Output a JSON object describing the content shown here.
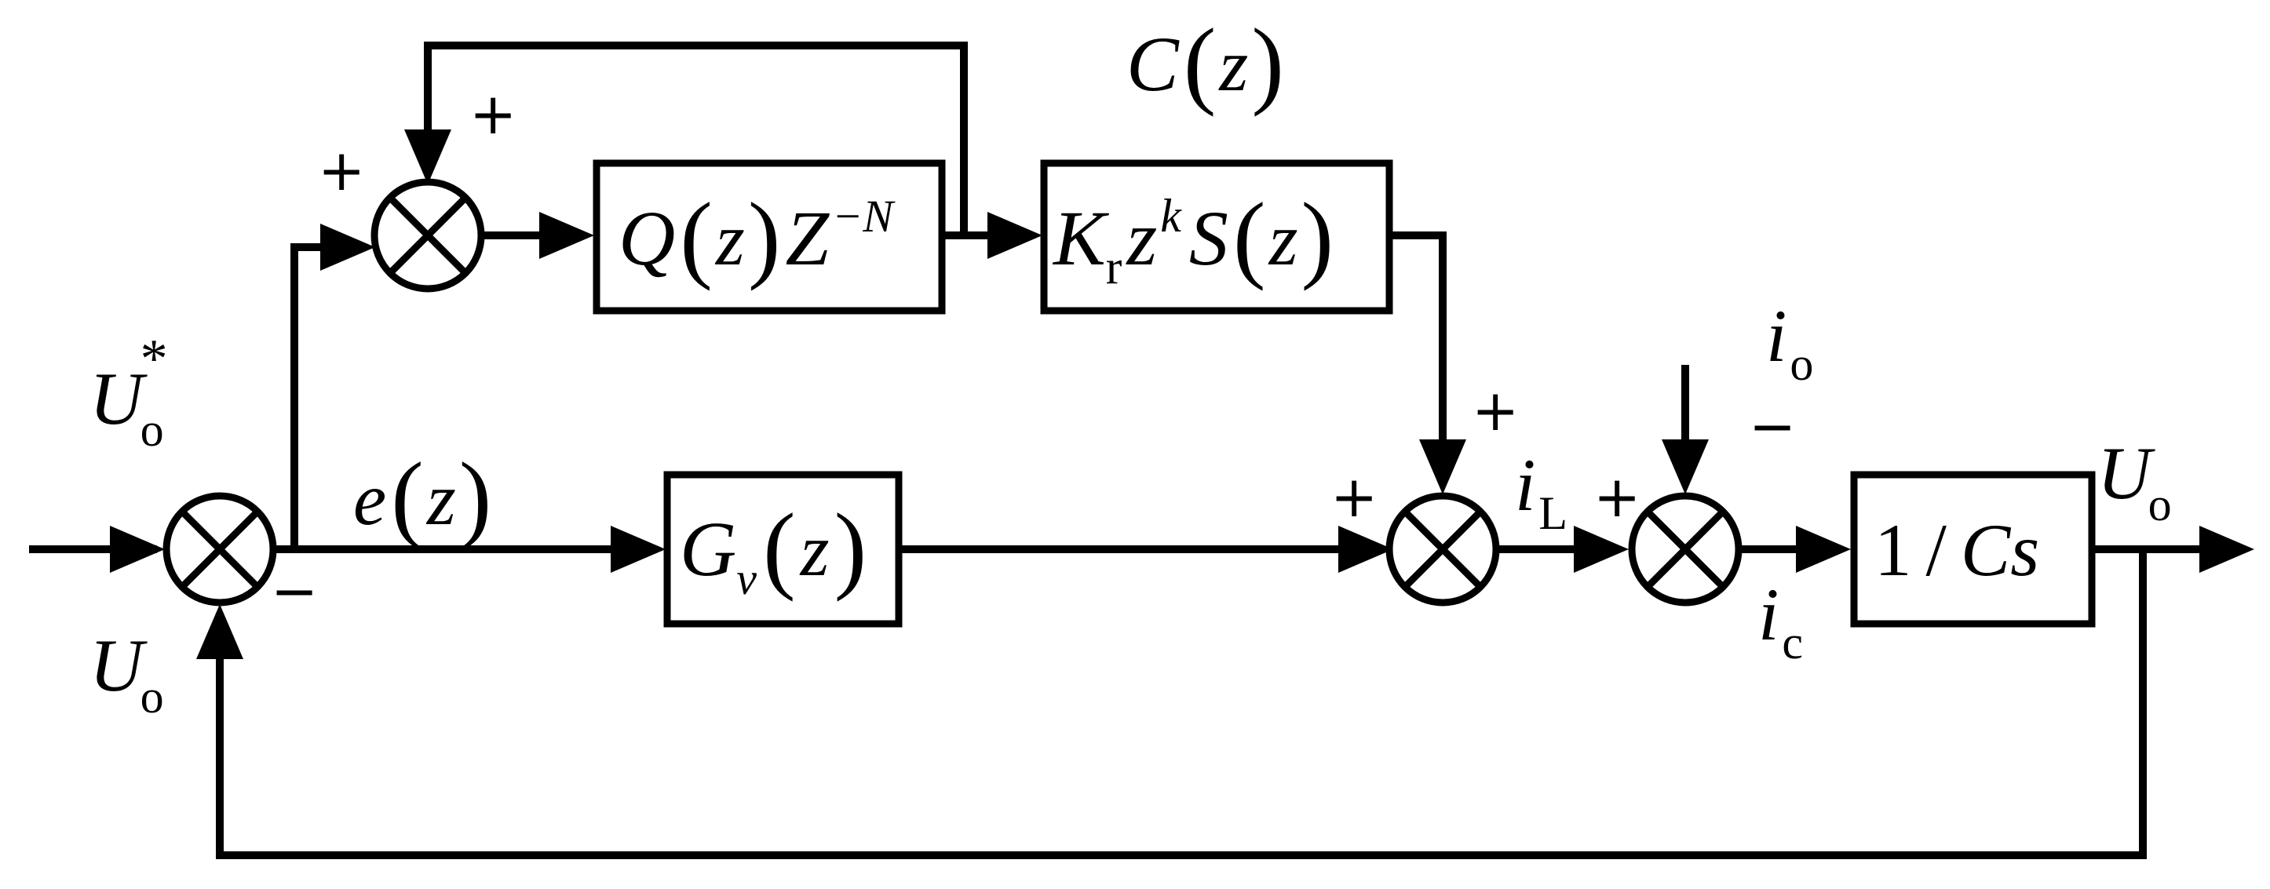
{
  "blocks": {
    "q_block": {
      "func": "Q",
      "paren_open": "(",
      "var": "z",
      "paren_close": ")",
      "delay_base": "Z",
      "delay_exp": "−N"
    },
    "kr_block": {
      "gain": "K",
      "gain_sub": "r",
      "base": "z",
      "exp": "k",
      "func": "S",
      "paren_open": "(",
      "var": "z",
      "paren_close": ")"
    },
    "gv_block": {
      "func": "G",
      "func_sub": "v",
      "paren_open": "(",
      "var": "z",
      "paren_close": ")"
    },
    "cs_block": {
      "num": "1",
      "slash": "/",
      "den": "Cs"
    }
  },
  "labels": {
    "c_z": {
      "func": "C",
      "paren_open": "(",
      "var": "z",
      "paren_close": ")"
    },
    "e_z": {
      "func": "e",
      "paren_open": "(",
      "var": "z",
      "paren_close": ")"
    },
    "u_ref": {
      "main": "U",
      "sub": "o",
      "sup": "*"
    },
    "u_fb": {
      "main": "U",
      "sub": "o"
    },
    "u_out": {
      "main": "U",
      "sub": "o"
    },
    "i_o": {
      "main": "i",
      "sub": "o"
    },
    "i_L": {
      "main": "i",
      "sub": "L"
    },
    "i_c": {
      "main": "i",
      "sub": "c"
    }
  },
  "signs": {
    "rc_sum_input": "+",
    "rc_sum_feedback": "+",
    "err_sum_feedback": "−",
    "il_sum_gv": "+",
    "il_sum_rc": "+",
    "ic_sum_il": "+",
    "ic_sum_io": "−"
  }
}
